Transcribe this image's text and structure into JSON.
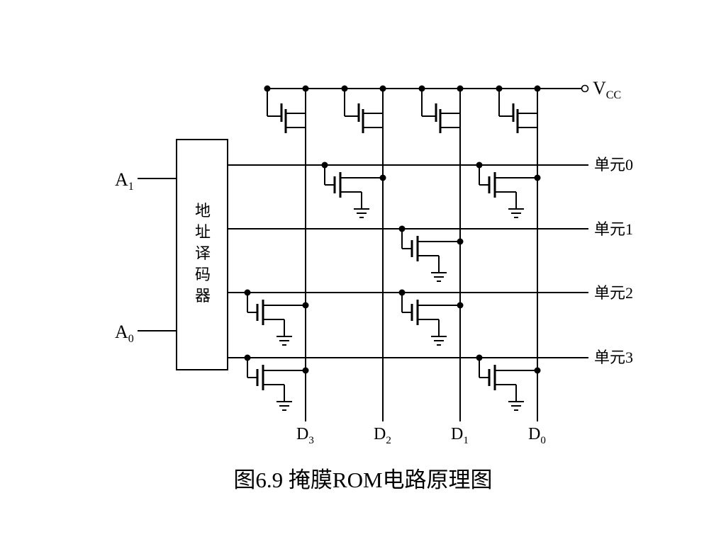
{
  "diagram": {
    "caption": "图6.9  掩膜ROM电路原理图",
    "power_label": {
      "main": "V",
      "sub": "CC"
    },
    "decoder": {
      "label_chars": [
        "地",
        "址",
        "译",
        "码",
        "器"
      ],
      "inputs": [
        {
          "main": "A",
          "sub": "1"
        },
        {
          "main": "A",
          "sub": "0"
        }
      ]
    },
    "word_lines": [
      "单元0",
      "单元1",
      "单元2",
      "单元3"
    ],
    "data_lines": [
      {
        "main": "D",
        "sub": "3"
      },
      {
        "main": "D",
        "sub": "2"
      },
      {
        "main": "D",
        "sub": "1"
      },
      {
        "main": "D",
        "sub": "0"
      }
    ],
    "stored_cells": [
      {
        "word": "单元0",
        "bits": [
          "D2",
          "D0"
        ]
      },
      {
        "word": "单元1",
        "bits": [
          "D1"
        ]
      },
      {
        "word": "单元2",
        "bits": [
          "D3",
          "D1"
        ]
      },
      {
        "word": "单元3",
        "bits": [
          "D3",
          "D0"
        ]
      }
    ],
    "pull_up_count": 4
  }
}
